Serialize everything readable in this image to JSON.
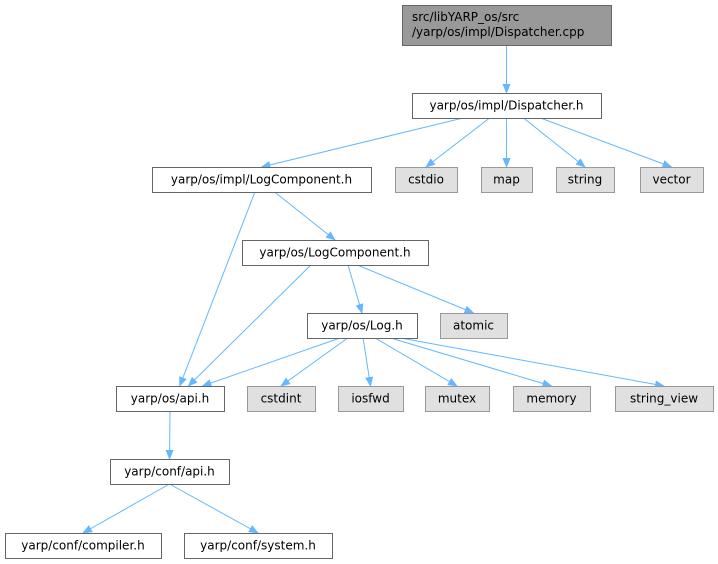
{
  "title": "Include dependency graph",
  "colors": {
    "edge": "#63b8ff",
    "root_fill": "#999999",
    "ext_fill": "#e0e0e0",
    "node_fill": "#ffffff",
    "border": "#666666"
  },
  "nodes": [
    {
      "id": "root",
      "kind": "root",
      "lines": [
        "src/libYARP_os/src",
        "/yarp/os/impl/Dispatcher.cpp"
      ]
    },
    {
      "id": "dispatcher_h",
      "kind": "file",
      "lines": [
        "yarp/os/impl/Dispatcher.h"
      ]
    },
    {
      "id": "impl_logcomponent_h",
      "kind": "file",
      "lines": [
        "yarp/os/impl/LogComponent.h"
      ]
    },
    {
      "id": "cstdio",
      "kind": "ext",
      "lines": [
        "cstdio"
      ]
    },
    {
      "id": "map",
      "kind": "ext",
      "lines": [
        "map"
      ]
    },
    {
      "id": "string",
      "kind": "ext",
      "lines": [
        "string"
      ]
    },
    {
      "id": "vector",
      "kind": "ext",
      "lines": [
        "vector"
      ]
    },
    {
      "id": "logcomponent_h",
      "kind": "file",
      "lines": [
        "yarp/os/LogComponent.h"
      ]
    },
    {
      "id": "log_h",
      "kind": "file",
      "lines": [
        "yarp/os/Log.h"
      ]
    },
    {
      "id": "atomic",
      "kind": "ext",
      "lines": [
        "atomic"
      ]
    },
    {
      "id": "os_api_h",
      "kind": "file",
      "lines": [
        "yarp/os/api.h"
      ]
    },
    {
      "id": "cstdint",
      "kind": "ext",
      "lines": [
        "cstdint"
      ]
    },
    {
      "id": "iosfwd",
      "kind": "ext",
      "lines": [
        "iosfwd"
      ]
    },
    {
      "id": "mutex",
      "kind": "ext",
      "lines": [
        "mutex"
      ]
    },
    {
      "id": "memory",
      "kind": "ext",
      "lines": [
        "memory"
      ]
    },
    {
      "id": "string_view",
      "kind": "ext",
      "lines": [
        "string_view"
      ]
    },
    {
      "id": "conf_api_h",
      "kind": "file",
      "lines": [
        "yarp/conf/api.h"
      ]
    },
    {
      "id": "compiler_h",
      "kind": "file",
      "lines": [
        "yarp/conf/compiler.h"
      ]
    },
    {
      "id": "system_h",
      "kind": "file",
      "lines": [
        "yarp/conf/system.h"
      ]
    }
  ],
  "edges": [
    [
      "root",
      "dispatcher_h"
    ],
    [
      "dispatcher_h",
      "impl_logcomponent_h"
    ],
    [
      "dispatcher_h",
      "cstdio"
    ],
    [
      "dispatcher_h",
      "map"
    ],
    [
      "dispatcher_h",
      "string"
    ],
    [
      "dispatcher_h",
      "vector"
    ],
    [
      "impl_logcomponent_h",
      "os_api_h"
    ],
    [
      "impl_logcomponent_h",
      "logcomponent_h"
    ],
    [
      "logcomponent_h",
      "os_api_h"
    ],
    [
      "logcomponent_h",
      "log_h"
    ],
    [
      "logcomponent_h",
      "atomic"
    ],
    [
      "log_h",
      "os_api_h"
    ],
    [
      "log_h",
      "cstdint"
    ],
    [
      "log_h",
      "iosfwd"
    ],
    [
      "log_h",
      "mutex"
    ],
    [
      "log_h",
      "memory"
    ],
    [
      "log_h",
      "string_view"
    ],
    [
      "os_api_h",
      "conf_api_h"
    ],
    [
      "conf_api_h",
      "compiler_h"
    ],
    [
      "conf_api_h",
      "system_h"
    ]
  ]
}
